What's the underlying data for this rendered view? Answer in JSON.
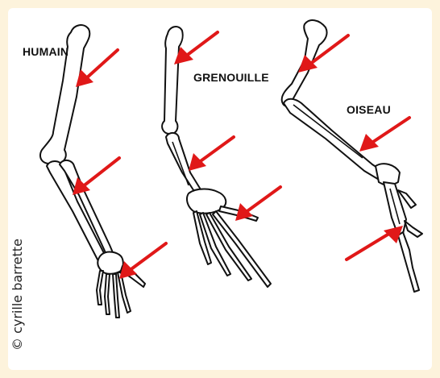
{
  "labels": {
    "humain": "HUMAIN",
    "grenouille": "GRENOUILLE",
    "oiseau": "OISEAU"
  },
  "copyright": "© cyrille barrette",
  "colors": {
    "background_frame": "#fdf3dc",
    "panel": "#ffffff",
    "arrow": "#e01818",
    "bone_outline": "#111111"
  }
}
